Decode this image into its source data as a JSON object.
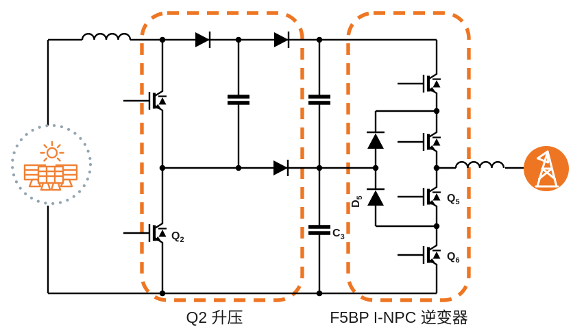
{
  "diagram": {
    "title_implicit": "PV boost + I-NPC inverter power stage",
    "sections": {
      "boost": {
        "label": "Q2 升压"
      },
      "inverter": {
        "label": "F5BP I-NPC 逆变器"
      }
    },
    "labels": {
      "q2": {
        "base": "Q",
        "sub": "2"
      },
      "c3": {
        "base": "C",
        "sub": "3"
      },
      "d5": {
        "base": "D",
        "sub": "5"
      },
      "q5": {
        "base": "Q",
        "sub": "5"
      },
      "q6": {
        "base": "Q",
        "sub": "6"
      }
    },
    "icons": {
      "source": "solar-pv-array-icon",
      "load": "utility-grid-tower-icon"
    },
    "colors": {
      "accent_orange": "#EE7623",
      "solar_orange": "#F08136",
      "dotted_ring_gray": "#93A5B1",
      "wire_black": "#000000",
      "text_dark": "#1A1A1A"
    }
  }
}
